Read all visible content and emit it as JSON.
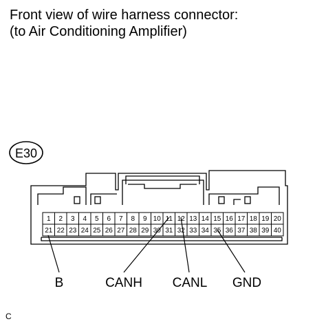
{
  "title": {
    "line1": "Front view of wire harness connector:",
    "line2": "(to Air Conditioning Amplifier)"
  },
  "connector": {
    "id": "E30",
    "row_top": [
      "1",
      "2",
      "3",
      "4",
      "5",
      "6",
      "7",
      "8",
      "9",
      "10",
      "11",
      "12",
      "13",
      "14",
      "15",
      "16",
      "17",
      "18",
      "19",
      "20"
    ],
    "row_bottom": [
      "21",
      "22",
      "23",
      "24",
      "25",
      "26",
      "27",
      "28",
      "29",
      "30",
      "31",
      "32",
      "33",
      "34",
      "35",
      "36",
      "37",
      "38",
      "39",
      "40"
    ]
  },
  "signals": [
    {
      "label": "B",
      "pin": "21"
    },
    {
      "label": "CANH",
      "pin": "11"
    },
    {
      "label": "CANL",
      "pin": "12"
    },
    {
      "label": "GND",
      "pin": "35"
    }
  ],
  "reference": "C"
}
